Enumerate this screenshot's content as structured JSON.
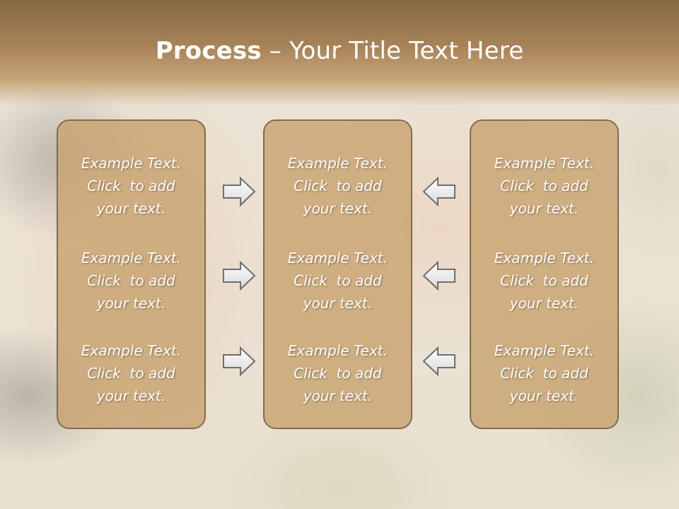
{
  "slide": {
    "title_strong": "Process",
    "title_rest": " – Your Title Text Here"
  },
  "columns": [
    {
      "items": [
        {
          "line1": "Example Text.",
          "line2": "Click  to add",
          "line3": "your text."
        },
        {
          "line1": "Example Text.",
          "line2": "Click  to add",
          "line3": "your text."
        },
        {
          "line1": "Example Text.",
          "line2": "Click  to add",
          "line3": "your text."
        }
      ]
    },
    {
      "items": [
        {
          "line1": "Example Text.",
          "line2": "Click  to add",
          "line3": "your text."
        },
        {
          "line1": "Example Text.",
          "line2": "Click  to add",
          "line3": "your text."
        },
        {
          "line1": "Example Text.",
          "line2": "Click  to add",
          "line3": "your text."
        }
      ]
    },
    {
      "items": [
        {
          "line1": "Example Text.",
          "line2": "Click  to add",
          "line3": "your text."
        },
        {
          "line1": "Example Text.",
          "line2": "Click  to add",
          "line3": "your text."
        },
        {
          "line1": "Example Text.",
          "line2": "Click  to add",
          "line3": "your text."
        }
      ]
    }
  ],
  "arrows": {
    "left_group": "right-arrow-icon",
    "right_group": "left-arrow-icon"
  },
  "colors": {
    "header": "#a98458",
    "box_fill": "#c8a370",
    "box_border": "#836b4d",
    "text": "#ffffff"
  }
}
